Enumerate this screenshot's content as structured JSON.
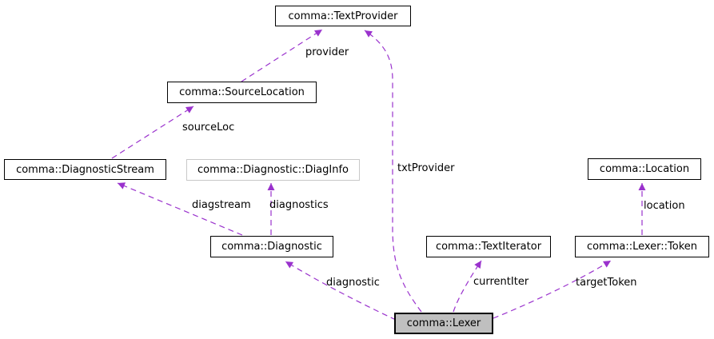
{
  "diagram_type": "collaboration-graph",
  "colors": {
    "edge": "#9a32cd",
    "node_border": "#000000",
    "node_background": "#ffffff",
    "undocumented_node_border": "#c8c8c8",
    "current_node_background": "#bfbfbf",
    "text": "#000000"
  },
  "nodes": [
    {
      "id": "text-provider",
      "label": "comma::TextProvider"
    },
    {
      "id": "source-location",
      "label": "comma::SourceLocation"
    },
    {
      "id": "diagnostic-stream",
      "label": "comma::DiagnosticStream"
    },
    {
      "id": "diag-info",
      "label": "comma::Diagnostic::DiagInfo"
    },
    {
      "id": "location",
      "label": "comma::Location"
    },
    {
      "id": "diagnostic",
      "label": "comma::Diagnostic"
    },
    {
      "id": "text-iterator",
      "label": "comma::TextIterator"
    },
    {
      "id": "lexer-token",
      "label": "comma::Lexer::Token"
    },
    {
      "id": "lexer",
      "label": "comma::Lexer"
    }
  ],
  "edges": [
    {
      "label": "provider",
      "from": "comma::SourceLocation",
      "to": "comma::TextProvider"
    },
    {
      "label": "txtProvider",
      "from": "comma::Lexer",
      "to": "comma::TextProvider"
    },
    {
      "label": "sourceLoc",
      "from": "comma::DiagnosticStream",
      "to": "comma::SourceLocation"
    },
    {
      "label": "diagstream",
      "from": "comma::Diagnostic",
      "to": "comma::DiagnosticStream"
    },
    {
      "label": "diagnostics",
      "from": "comma::Diagnostic",
      "to": "comma::Diagnostic::DiagInfo"
    },
    {
      "label": "location",
      "from": "comma::Lexer::Token",
      "to": "comma::Location"
    },
    {
      "label": "diagnostic",
      "from": "comma::Lexer",
      "to": "comma::Diagnostic"
    },
    {
      "label": "currentIter",
      "from": "comma::Lexer",
      "to": "comma::TextIterator"
    },
    {
      "label": "targetToken",
      "from": "comma::Lexer",
      "to": "comma::Lexer::Token"
    }
  ]
}
